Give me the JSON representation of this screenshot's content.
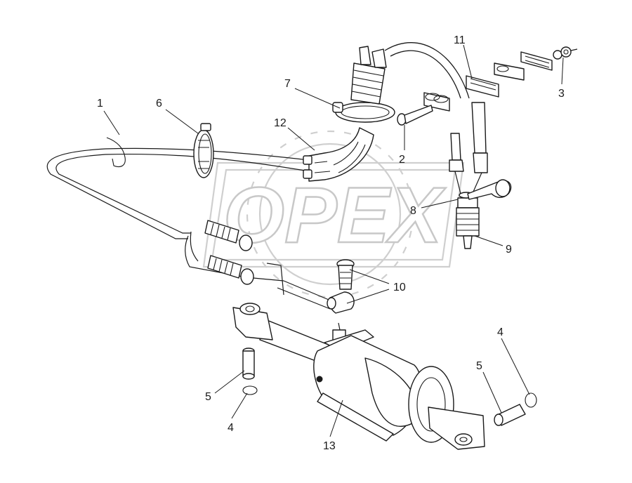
{
  "watermark": {
    "text": "OPEX"
  },
  "callouts": [
    {
      "id": "c1",
      "label": "1"
    },
    {
      "id": "c6",
      "label": "6"
    },
    {
      "id": "c7",
      "label": "7"
    },
    {
      "id": "c12",
      "label": "12"
    },
    {
      "id": "c11",
      "label": "11"
    },
    {
      "id": "c3",
      "label": "3"
    },
    {
      "id": "c2",
      "label": "2"
    },
    {
      "id": "c8",
      "label": "8"
    },
    {
      "id": "c9",
      "label": "9"
    },
    {
      "id": "c10",
      "label": "10"
    },
    {
      "id": "c4a",
      "label": "4"
    },
    {
      "id": "c5a",
      "label": "5"
    },
    {
      "id": "c5b",
      "label": "5"
    },
    {
      "id": "c4b",
      "label": "4"
    },
    {
      "id": "c13",
      "label": "13"
    }
  ],
  "colors": {
    "ink": "#1a1a1a",
    "watermark": "#c8c8c8",
    "background": "#ffffff"
  }
}
